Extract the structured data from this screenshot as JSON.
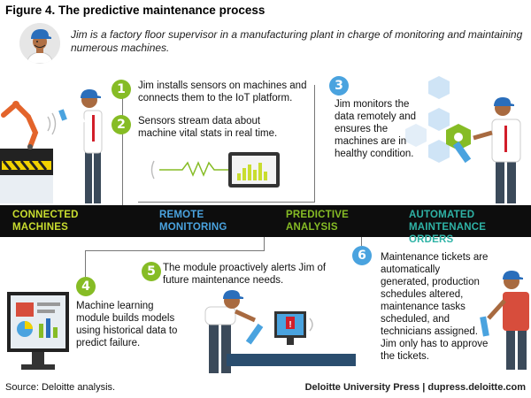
{
  "figure": {
    "title": "Figure 4.  The predictive maintenance process"
  },
  "intro": {
    "text": "Jim is a factory floor supervisor in a manufacturing plant in charge of monitoring and maintaining numerous machines."
  },
  "steps": [
    {
      "number": "1",
      "text": "Jim installs sensors on machines and connects them to the IoT platform.",
      "color": "#86bc25"
    },
    {
      "number": "2",
      "text": "Sensors stream data about machine vital stats in real time.",
      "color": "#86bc25"
    },
    {
      "number": "3",
      "text": "Jim monitors the data remotely and ensures the machines are in healthy condition.",
      "color": "#4aa3df"
    },
    {
      "number": "4",
      "text": "Machine learning module builds models using historical data to predict failure.",
      "color": "#86bc25"
    },
    {
      "number": "5",
      "text": "The module proactively alerts Jim of future maintenance needs.",
      "color": "#86bc25"
    },
    {
      "number": "6",
      "text": "Maintenance tickets are automatically generated, production schedules altered, maintenance tasks scheduled, and technicians assigned. Jim only has to approve the tickets.",
      "color": "#4aa3df"
    }
  ],
  "phases": [
    {
      "line1": "CONNECTED",
      "line2": "MACHINES",
      "color": "#c9dd2f"
    },
    {
      "line1": "REMOTE",
      "line2": "MONITORING",
      "color": "#4aa3df"
    },
    {
      "line1": "PREDICTIVE",
      "line2": "ANALYSIS",
      "color": "#86bc25"
    },
    {
      "line1": "AUTOMATED",
      "line2": "MAINTENANCE ORDERS",
      "color": "#2fb3a6"
    }
  ],
  "footer": {
    "source": "Source: Deloitte analysis.",
    "credit": "Deloitte University Press  |  dupress.deloitte.com"
  },
  "colors": {
    "accent_green": "#86bc25",
    "accent_blue": "#4aa3df",
    "band": "#0d0d0d"
  }
}
